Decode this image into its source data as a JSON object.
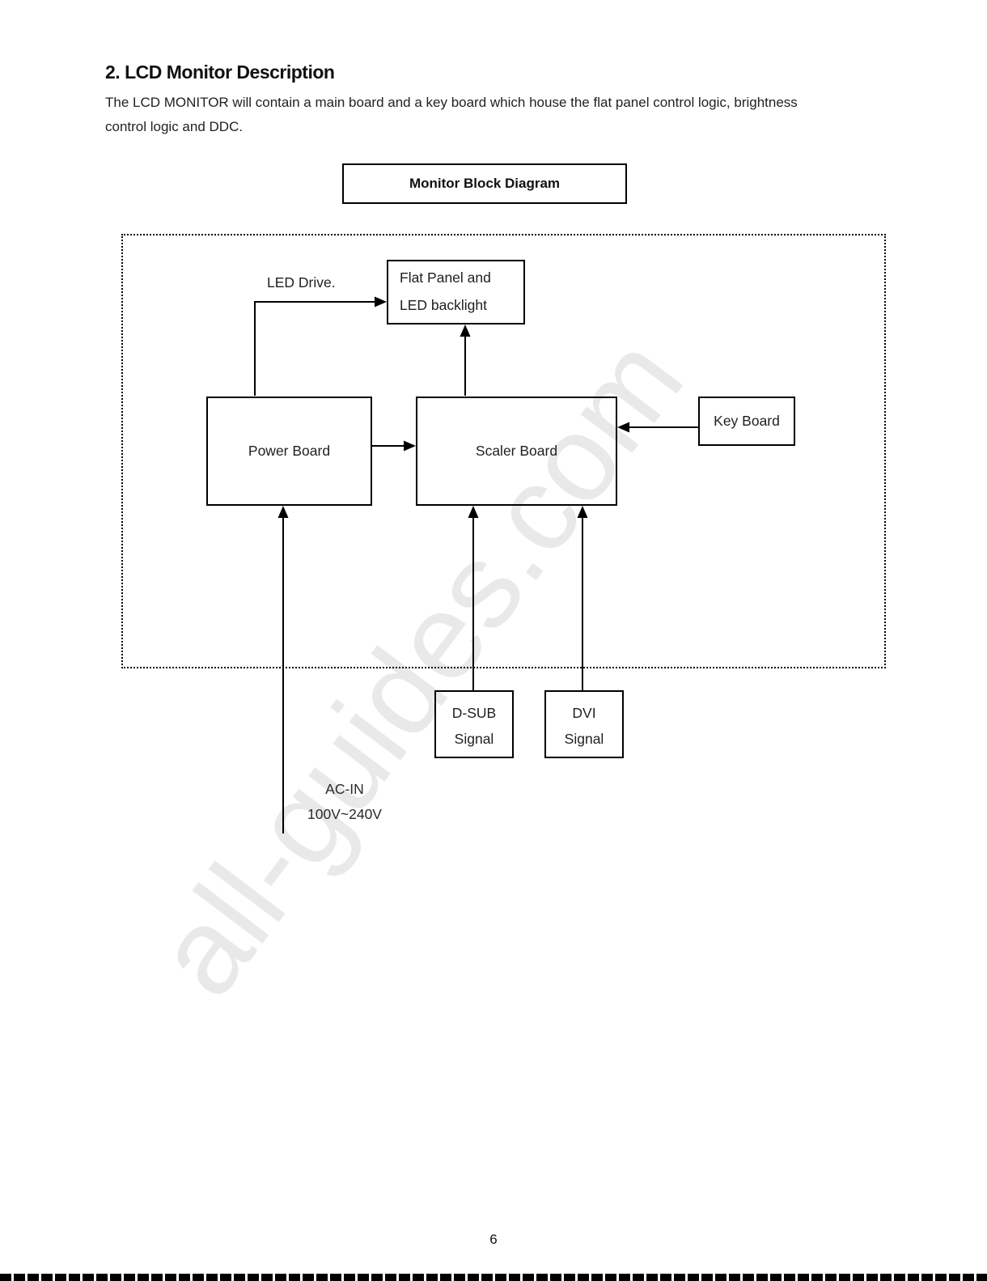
{
  "document": {
    "section_title": "2. LCD Monitor Description",
    "paragraph_lines": [
      "The LCD MONITOR will contain a main board and a key board which house the flat panel control logic, brightness",
      "control logic and DDC."
    ],
    "page_number": "6",
    "watermark": "all-guides.com"
  },
  "diagram": {
    "title": "Monitor Block Diagram",
    "blocks": {
      "flat_panel": {
        "line1": "Flat Panel and",
        "line2": "LED backlight"
      },
      "power_board": {
        "label": "Power Board"
      },
      "scaler_board": {
        "label": "Scaler Board"
      },
      "key_board": {
        "label": "Key Board"
      },
      "dsub": {
        "line1": "D-SUB",
        "line2": "Signal"
      },
      "dvi": {
        "line1": "DVI",
        "line2": "Signal"
      }
    },
    "labels": {
      "led_drive": "LED Drive.",
      "ac_in_line1": "AC-IN",
      "ac_in_line2": "100V~240V"
    }
  }
}
